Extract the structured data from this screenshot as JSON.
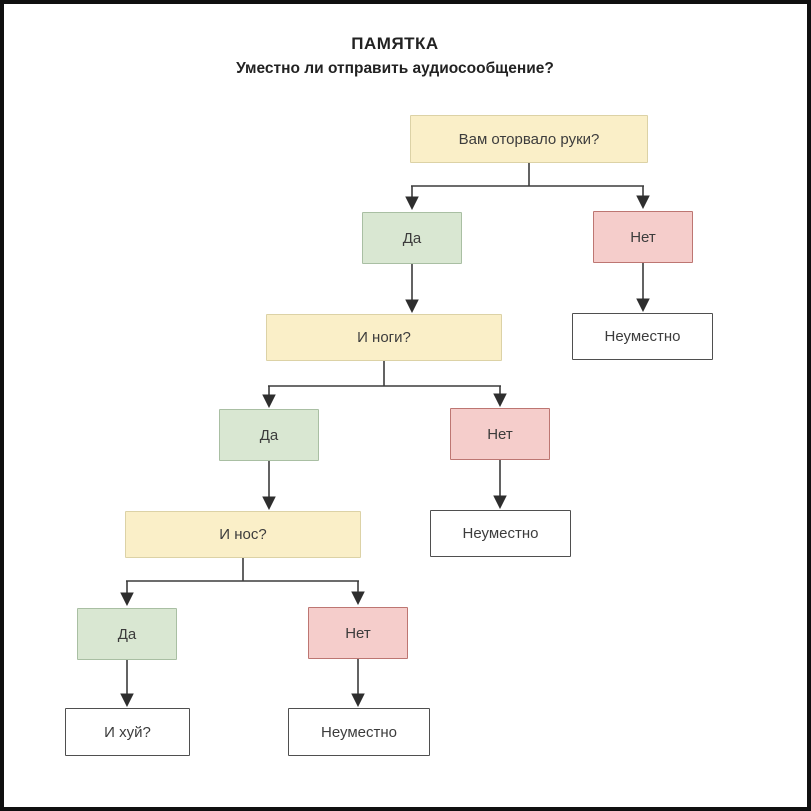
{
  "title": "ПАМЯТКА",
  "subtitle": "Уместно ли отправить аудиосообщение?",
  "colors": {
    "question_fill": "#faefc8",
    "question_border": "#dcd2a6",
    "yes_fill": "#d9e7d2",
    "yes_border": "#a9bfa3",
    "no_fill": "#f5cdcb",
    "no_border": "#bd7672",
    "result_fill": "#ffffff",
    "result_border": "#4f4f4f",
    "line": "#3c3c3c",
    "frame": "#101010"
  },
  "flowchart": {
    "nodes": {
      "q1": {
        "label": "Вам оторвало руки?",
        "type": "question"
      },
      "q1_yes": {
        "label": "Да",
        "type": "yes"
      },
      "q1_no": {
        "label": "Нет",
        "type": "no"
      },
      "r1": {
        "label": "Неуместно",
        "type": "result"
      },
      "q2": {
        "label": "И ноги?",
        "type": "question"
      },
      "q2_yes": {
        "label": "Да",
        "type": "yes"
      },
      "q2_no": {
        "label": "Нет",
        "type": "no"
      },
      "r2": {
        "label": "Неуместно",
        "type": "result"
      },
      "q3": {
        "label": "И нос?",
        "type": "question"
      },
      "q3_yes": {
        "label": "Да",
        "type": "yes"
      },
      "q3_no": {
        "label": "Нет",
        "type": "no"
      },
      "final": {
        "label": "И хуй?",
        "type": "result"
      },
      "r3": {
        "label": "Неуместно",
        "type": "result"
      }
    },
    "edges": [
      {
        "from": "q1",
        "to": "q1_yes",
        "answer": ""
      },
      {
        "from": "q1",
        "to": "q1_no",
        "answer": ""
      },
      {
        "from": "q1_yes",
        "to": "q2",
        "answer": ""
      },
      {
        "from": "q1_no",
        "to": "r1",
        "answer": ""
      },
      {
        "from": "q2",
        "to": "q2_yes",
        "answer": ""
      },
      {
        "from": "q2",
        "to": "q2_no",
        "answer": ""
      },
      {
        "from": "q2_yes",
        "to": "q3",
        "answer": ""
      },
      {
        "from": "q2_no",
        "to": "r2",
        "answer": ""
      },
      {
        "from": "q3",
        "to": "q3_yes",
        "answer": ""
      },
      {
        "from": "q3",
        "to": "q3_no",
        "answer": ""
      },
      {
        "from": "q3_yes",
        "to": "final",
        "answer": ""
      },
      {
        "from": "q3_no",
        "to": "r3",
        "answer": ""
      }
    ]
  }
}
